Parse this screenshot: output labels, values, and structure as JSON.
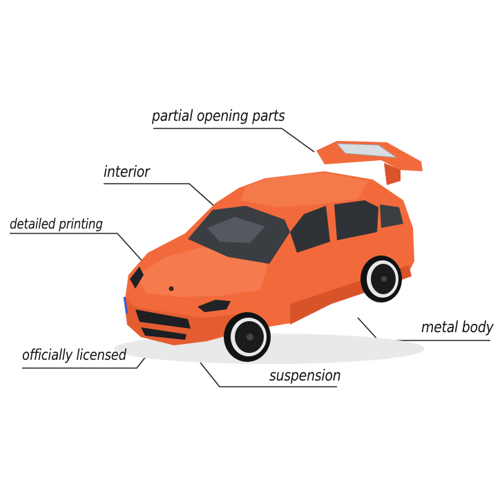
{
  "labels": {
    "partial_opening_parts": "partial opening parts",
    "interior": "interior",
    "detailed_printing": "detailed printing",
    "metal_body": "metal body",
    "officially_licensed": "officially licensed",
    "suspension": "suspension"
  },
  "colors": {
    "car_body": "#f26a3b",
    "car_shade": "#d9532a",
    "leader_line": "#222222"
  }
}
